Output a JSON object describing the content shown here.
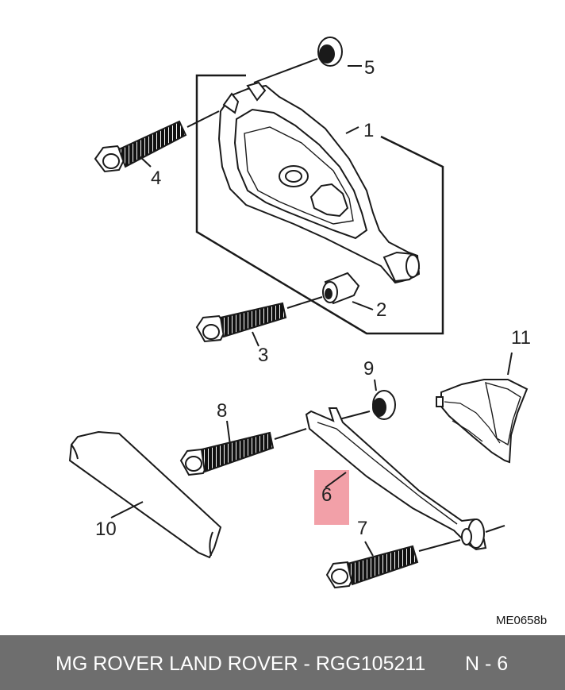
{
  "callouts": {
    "c1": "1",
    "c2": "2",
    "c3": "3",
    "c4": "4",
    "c5": "5",
    "c6": "6",
    "c7": "7",
    "c8": "8",
    "c9": "9",
    "c10": "10",
    "c11": "11"
  },
  "reference": "ME0658b",
  "footer": {
    "title": "MG ROVER LAND ROVER - RGG105211",
    "page": "N - 6"
  },
  "colors": {
    "highlight": "#f2a0a8",
    "footer_bg": "#6e6e6e",
    "line": "#1a1a1a"
  }
}
